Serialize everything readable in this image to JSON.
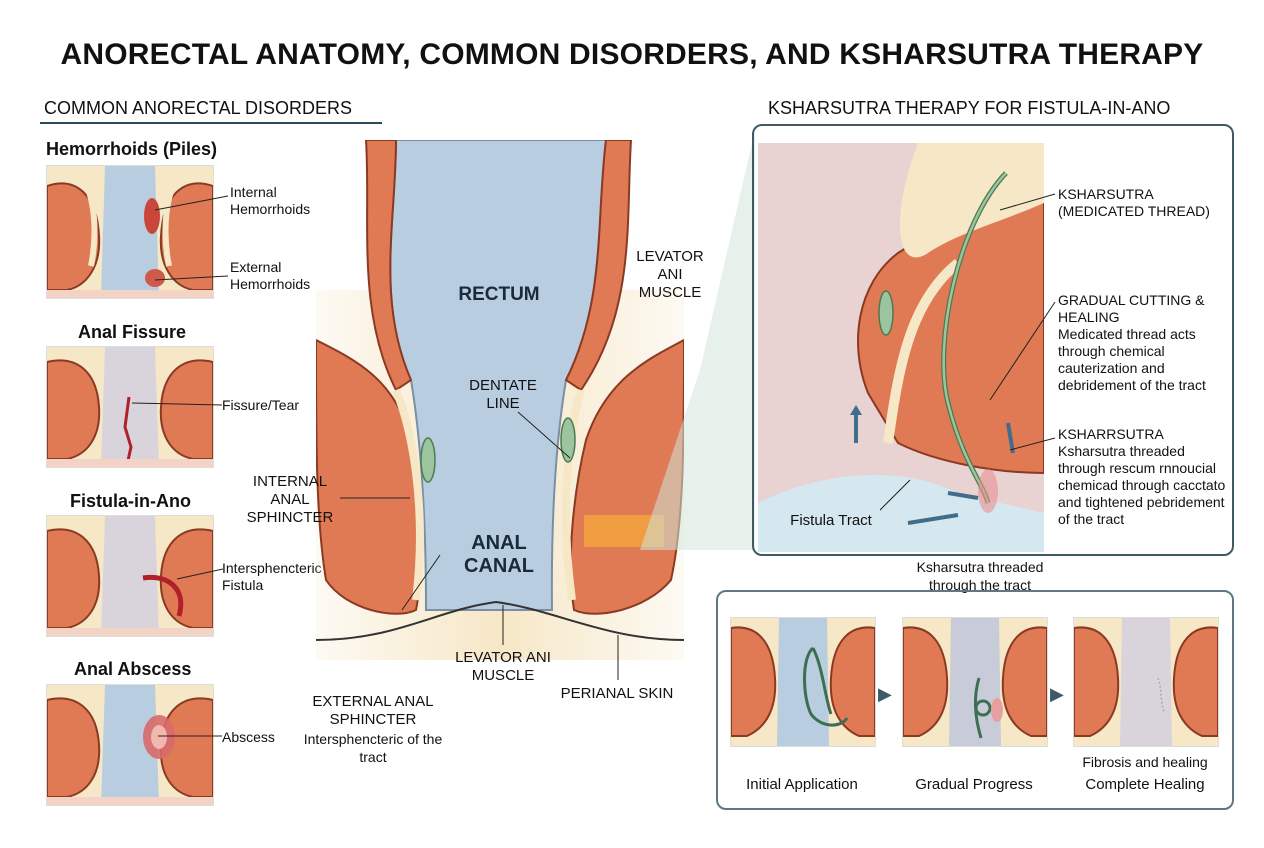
{
  "title": "ANORECTAL ANATOMY, COMMON DISORDERS, AND KSHARSUTRA THERAPY",
  "left": {
    "heading": "COMMON ANORECTAL DISORDERS",
    "panels": [
      {
        "title": "Hemorrhoids (Piles)",
        "labels": [
          "Internal Hemorrhoids",
          "External Hemorrhoids"
        ]
      },
      {
        "title": "Anal Fissure",
        "labels": [
          "Fissure/Tear"
        ]
      },
      {
        "title": "Fistula-in-Ano",
        "labels": [
          "Intersphencteric Fistula"
        ]
      },
      {
        "title": "Anal Abscess",
        "labels": [
          "Abscess"
        ]
      }
    ]
  },
  "center": {
    "labels": {
      "rectum": "RECTUM",
      "levator_top": "LEVATOR ANI MUSCLE",
      "dentate": "DENTATE LINE",
      "internal_sphincter": "INTERNAL ANAL SPHINCTER",
      "anal_canal": "ANAL CANAL",
      "levator_bottom": "LEVATOR ANI MUSCLE",
      "perianal": "PERIANAL SKIN",
      "external_sphincter": "EXTERNAL ANAL SPHINCTER",
      "external_sub": "Intersphencteric of the tract"
    }
  },
  "right": {
    "heading": "KSHARSUTRA THERAPY FOR FISTULA-IN-ANO",
    "labels": {
      "thread_title": "KSHARSUTRA (MEDICATED THREAD)",
      "gradual_title": "GRADUAL CUTTING & HEALING",
      "gradual_body": "Medicated thread acts through chemical cauterization and debridement of the tract",
      "ksharrsutra_title": "KSHARRSUTRA",
      "ksharrsutra_body": "Ksharsutra threaded through rescum rnnoucial chemicad through cacctato and tightened pebridement of the tract",
      "fistula_tract": "Fistula Tract",
      "threaded": "Ksharsutra threaded through the tract"
    },
    "stages": [
      {
        "caption": "Initial Application",
        "note": ""
      },
      {
        "caption": "Gradual Progress",
        "note": ""
      },
      {
        "caption": "Complete Healing",
        "note": "Fibrosis and healing"
      }
    ]
  },
  "colors": {
    "muscle": "#e07a55",
    "muscle_dark": "#b8502f",
    "lumen": "#b9cde0",
    "skin": "#f6e7c6",
    "mucosa": "#efd7cf",
    "frame": "#3d5a66"
  }
}
